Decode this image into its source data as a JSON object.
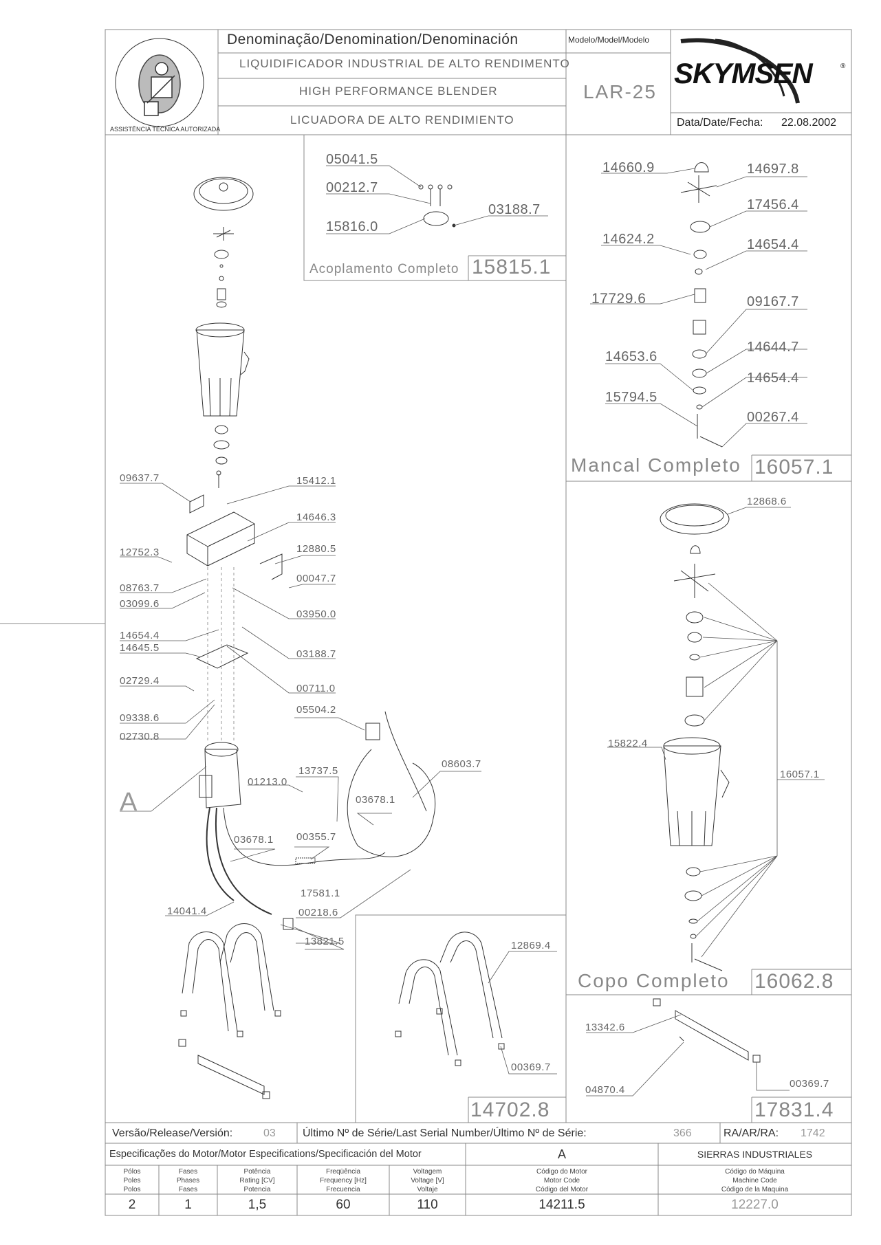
{
  "title_block": {
    "denomination_header": "Denominação/Denomination/Denominación",
    "name_pt": "LIQUIDIFICADOR INDUSTRIAL DE ALTO RENDIMENTO",
    "name_en": "HIGH PERFORMANCE BLENDER",
    "name_es": "LICUADORA DE ALTO RENDIMIENTO",
    "model_header": "Modelo/Model/Modelo",
    "model": "LAR-25",
    "brand": "SKYMSEN",
    "brand_mark": "®",
    "date_label": "Data/Date/Fecha:",
    "date": "22.08.2002",
    "seal_text": "ASSISTÊNCIA TÉCNICA AUTORIZADA"
  },
  "assemblies": {
    "coupling": {
      "label": "Acoplamento Completo",
      "code": "15815.1",
      "parts": [
        "05041.5",
        "00212.7",
        "15816.0",
        "03188.7"
      ]
    },
    "bearing": {
      "label": "Mancal Completo",
      "code": "16057.1",
      "parts": [
        "14660.9",
        "14697.8",
        "17456.4",
        "14624.2",
        "14654.4",
        "17729.6",
        "09167.7",
        "14644.7",
        "14653.6",
        "14654.4",
        "15794.5",
        "00267.4"
      ]
    },
    "cup": {
      "label": "Copo Completo",
      "code": "16062.8",
      "parts": [
        "12868.6",
        "15822.4",
        "16057.1"
      ]
    },
    "stand": {
      "code": "14702.8",
      "parts": [
        "12869.4",
        "00369.7"
      ]
    },
    "base_bar": {
      "code": "17831.4",
      "parts": [
        "13342.6",
        "04870.4",
        "00369.7"
      ]
    }
  },
  "main_parts": [
    "09637.7",
    "15412.1",
    "14646.3",
    "12752.3",
    "12880.5",
    "00047.7",
    "08763.7",
    "03099.6",
    "03950.0",
    "14654.4",
    "14645.5",
    "03188.7",
    "00711.0",
    "02729.4",
    "09338.6",
    "02730.8",
    "05504.2",
    "A",
    "13737.5",
    "01213.0",
    "08603.7",
    "03678.1",
    "03678.1",
    "00355.7",
    "17581.1",
    "00218.6",
    "14041.4",
    "13821.5"
  ],
  "release_row": {
    "version_label": "Versão/Release/Versión:",
    "version": "03",
    "serial_label": "Último Nº de Série/Last Serial Number/Último Nº de Série:",
    "serial": "366",
    "ra_label": "RA/AR/RA:",
    "ra": "1742"
  },
  "motor_spec": {
    "header": "Especificações do Motor/Motor Especifications/Specificación del Motor",
    "motor_letter": "A",
    "manufacturer": "SIERRAS INDUSTRIALES",
    "columns": [
      {
        "label": "Pólos\nPoles\nPolos",
        "value": "2"
      },
      {
        "label": "Fases\nPhases\nFases",
        "value": "1"
      },
      {
        "label": "Potência\nRating [CV]\nPotencia",
        "value": "1,5"
      },
      {
        "label": "Freqüência\nFrequency [Hz]\nFrecuencia",
        "value": "60"
      },
      {
        "label": "Voltagem\nVoltage [V]\nVoltaje",
        "value": "110"
      },
      {
        "label": "Código do Motor\nMotor Code\nCódigo del Motor",
        "value": "14211.5"
      },
      {
        "label": "Código do Máquina\nMachine Code\nCódigo de la Maquina",
        "value": "12227.0"
      }
    ]
  }
}
